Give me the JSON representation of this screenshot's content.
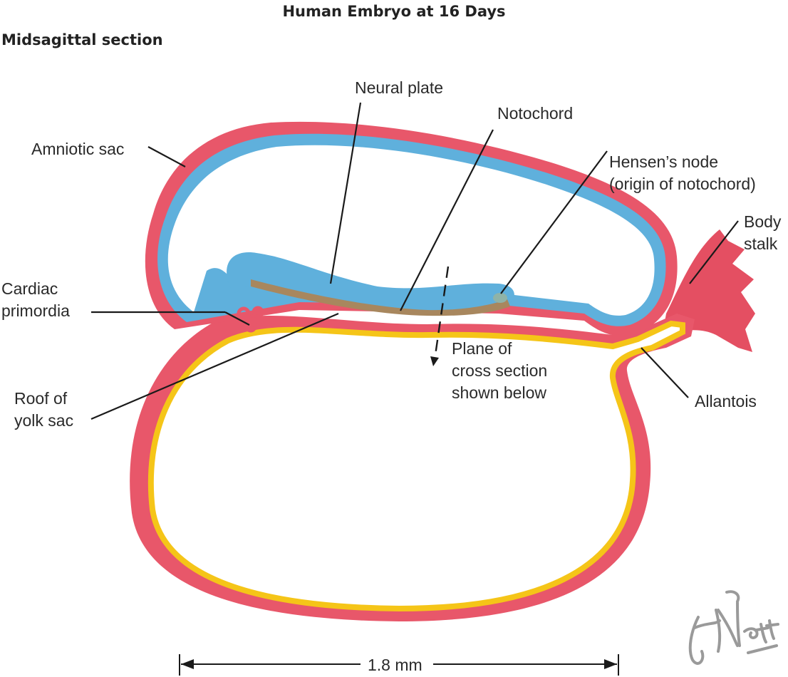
{
  "figure": {
    "title": "Human Embryo at 16 Days",
    "subtitle": "Midsagittal section"
  },
  "labels": {
    "neural_plate": "Neural plate",
    "notochord": "Notochord",
    "amniotic_sac": "Amniotic sac",
    "hensens_node_line1": "Hensen’s node",
    "hensens_node_line2": "(origin of notochord)",
    "body_stalk_line1": "Body",
    "body_stalk_line2": "stalk",
    "cardiac_line1": "Cardiac",
    "cardiac_line2": "primordia",
    "plane_line1": "Plane of",
    "plane_line2": "cross section",
    "plane_line3": "shown below",
    "roof_line1": "Roof of",
    "roof_line2": "yolk sac",
    "allantois": "Allantois"
  },
  "scale_bar": {
    "label": "1.8 mm"
  },
  "signature": {
    "text": "F. Netter M.D."
  },
  "colors": {
    "amnion_outer": "#e8576a",
    "amnion_inner": "#5fb0dc",
    "yolk_sac": "#f5c518",
    "notochord": "#a8875e",
    "body_stalk": "#e44f62",
    "leader_line": "#1a1a1a"
  }
}
